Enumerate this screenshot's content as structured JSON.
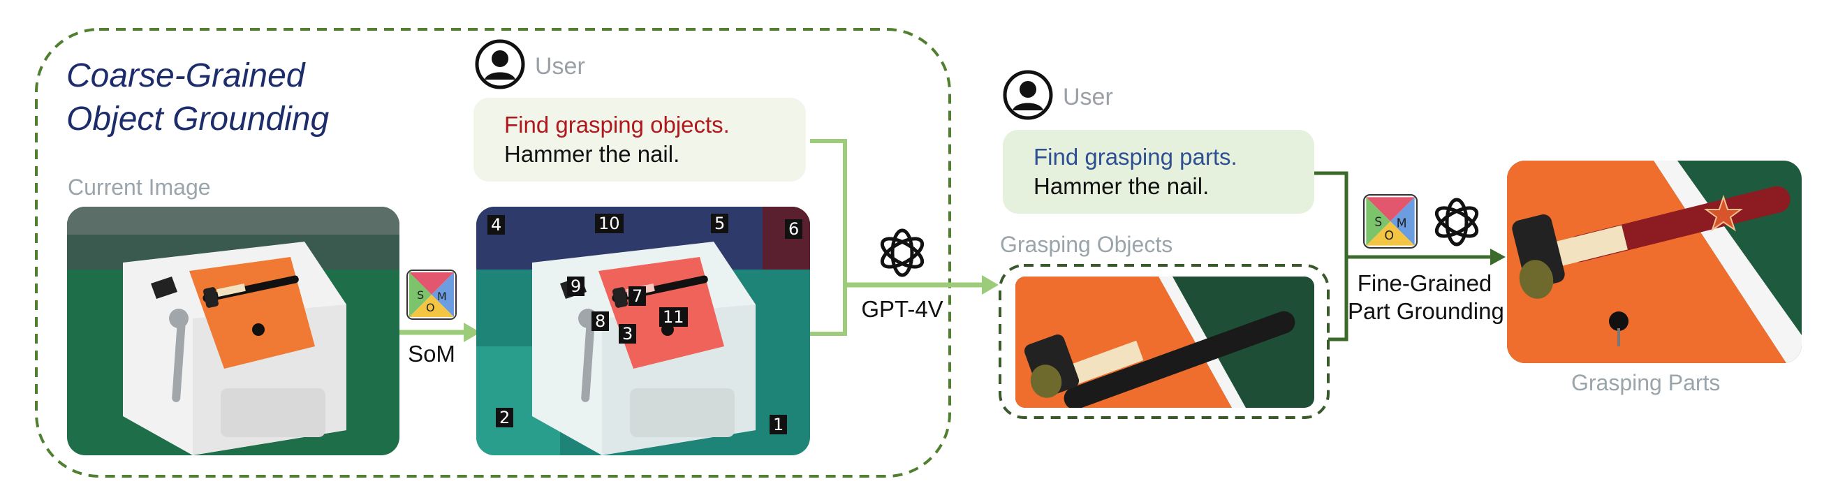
{
  "coarse": {
    "title_line1": "Coarse-Grained",
    "title_line2": "Object Grounding",
    "current_image_label": "Current Image",
    "user_label": "User",
    "prompt_line1": "Find grasping objects.",
    "prompt_line2": "Hammer the nail.",
    "som_label": "SoM",
    "marks": [
      "1",
      "2",
      "3",
      "4",
      "5",
      "6",
      "7",
      "8",
      "9",
      "10",
      "11"
    ]
  },
  "model_label": "GPT-4V",
  "fine": {
    "user_label": "User",
    "prompt_line1": "Find grasping parts.",
    "prompt_line2": "Hammer the nail.",
    "grasping_objects_label": "Grasping Objects",
    "step_line1": "Fine-Grained",
    "step_line2": "Part Grounding",
    "grasping_parts_label": "Grasping Parts"
  },
  "som_logo_letters": [
    "S",
    "O",
    "M"
  ],
  "colors": {
    "title": "#1d2d6b",
    "red_prompt": "#b0181e",
    "blue_prompt": "#2f4f93",
    "arrow_light": "#9ccc7a",
    "arrow_dark": "#3b6a2b",
    "dashed": "#4f7f2f",
    "prompt_bg1": "#f1f5ea",
    "prompt_bg2": "#e5f1dd"
  }
}
